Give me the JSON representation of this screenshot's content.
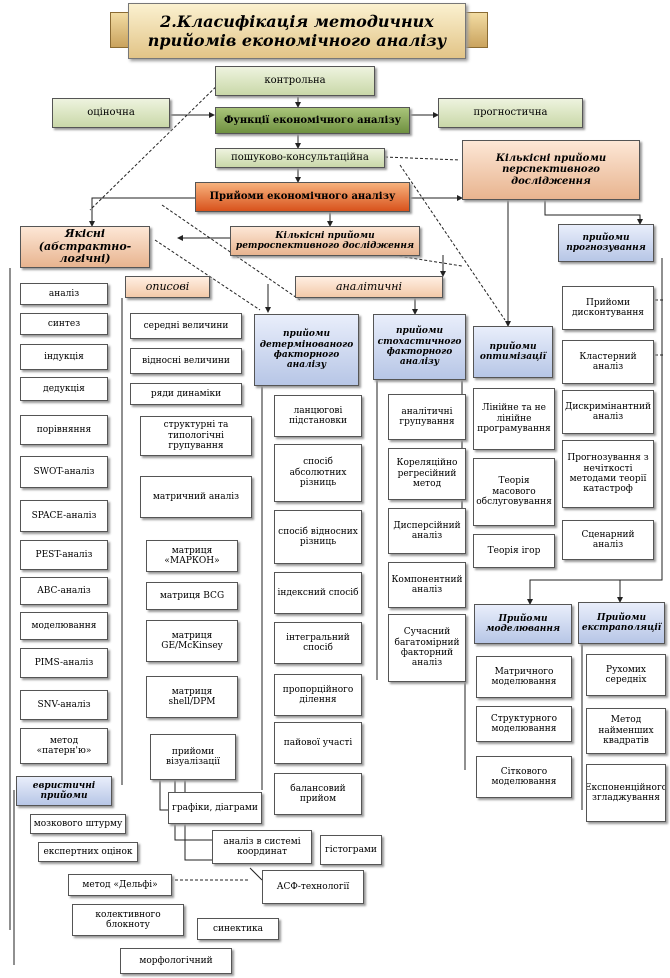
{
  "title": "2.Класифікація методичних прийомів економічного аналізу",
  "functions": {
    "control": "контрольна",
    "evaluative": "оціночна",
    "center": "Функції економічного аналізу",
    "forecast": "прогностична",
    "search": "пошуково-консультаційна"
  },
  "methods": "Прийоми економічного аналізу",
  "qualitative": "Якісні (абстрактно-логічні)",
  "quant_retro": "Кількісні прийоми ретроспективного дослідження",
  "quant_persp": "Кількісні прийоми перспективного дослідження",
  "descriptive": "описові",
  "analytic": "аналітичні",
  "forecasting": "прийоми прогнозування",
  "qual_items": [
    "аналіз",
    "синтез",
    "індукція",
    "дедукція",
    "порівняння",
    "SWOT-аналіз",
    "SPACE-аналіз",
    "PEST-аналіз",
    "ABC-аналіз",
    "моделювання",
    "PIMS-аналіз",
    "SNV-аналіз",
    "метод «патерн'ю»"
  ],
  "heuristic": "евристичні прийоми",
  "heur_items": [
    "мозкового штурму",
    "експертних оцінок",
    "метод «Дельфі»",
    "колективного блокноту",
    "синектика",
    "морфологічний"
  ],
  "desc_items": [
    "середні величини",
    "відносні величини",
    "ряди динаміки",
    "структурні та типологічні групування",
    "матричний аналіз"
  ],
  "matrix_items": [
    "матриця «МАРКОН»",
    "матриця BCG",
    "матриця GE/McKinsey",
    "матриця shell/DPM"
  ],
  "visual": "прийоми візуалізації",
  "visual_items": [
    "графіки, діаграми",
    "аналіз в системі координат",
    "гістограми",
    "АСФ-технології"
  ],
  "determ_title": "прийоми детермінованого факторного аналізу",
  "determ_items": [
    "ланцюгові підстановки",
    "спосіб абсолютних різниць",
    "спосіб відносних різниць",
    "індексний спосіб",
    "інтегральний спосіб",
    "пропорційного ділення",
    "пайової участі",
    "балансовий прийом"
  ],
  "stoch_title": "прийоми стохастичного факторного аналізу",
  "stoch_items": [
    "аналітичні групування",
    "Кореляційно регресійний метод",
    "Дисперсійний аналіз",
    "Компонентний аналіз",
    "Сучасний багатомірний факторний аналіз"
  ],
  "optim_title": "прийоми оптимізації",
  "optim_items": [
    "Лінійне та не лінійне програмування",
    "Теорія масового обслуговування",
    "Теорія ігор"
  ],
  "forecast_items": [
    "Прийоми дисконтування",
    "Кластерний аналіз",
    "Дискримінантний аналіз",
    "Прогнозування з нечіткості методами теорії катастроф",
    "Сценарний аналіз"
  ],
  "modeling_title": "Прийоми моделювання",
  "modeling_items": [
    "Матричного моделювання",
    "Структурного моделювання",
    "Сіткового моделювання"
  ],
  "extrap_title": "Прийоми екстраполяції",
  "extrap_items": [
    "Рухомих середніх",
    "Метод найменших квадратів",
    "Експоненційного згладжування"
  ]
}
